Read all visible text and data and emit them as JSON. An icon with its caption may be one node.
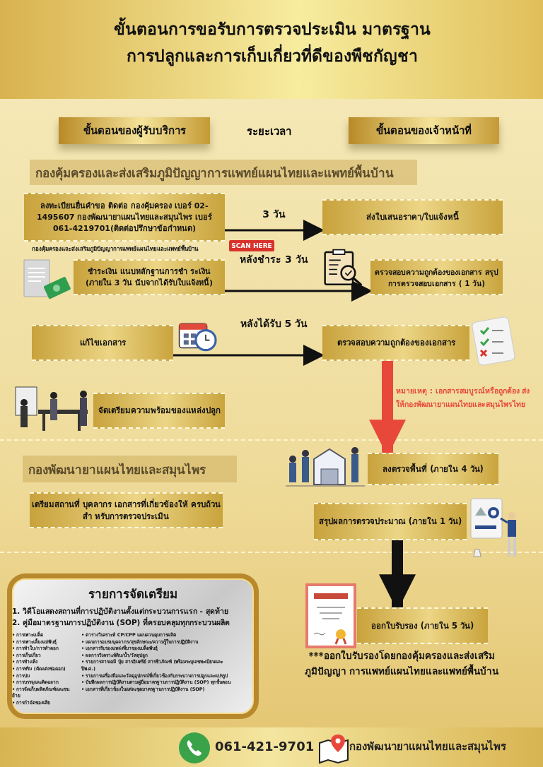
{
  "diagram": {
    "title": "ขั้นตอนการขอรับการตรวจประเมิน มาตรฐานการปลูกและการเก็บเกี่ยวที่ดีของพืชกัญชา",
    "nodes": [
      {
        "text": [
          "ขั้นตอนของผู้รับบริการ"
        ]
      },
      {
        "text": [
          "ขั้นตอนของเจ้าหน้าที่"
        ]
      },
      {
        "text": [
          "กองคุ้มครองและส่งเสริมภูมิปัญญาการแพทย์แผนไทยและแพทย์พื้นบ้าน"
        ]
      },
      {
        "text": [
          "ลงทะเบียนยื่นคำขอ ติดต่อ กองคุ้มครอง เบอร์ 02-1495607 กองพัฒนายาแผนไทยและสมุนไพร เบอร์ 061-4219701(ติดต่อปรึกษาข้อกำหนด)"
        ],
        "beside": [
          "กองคุ้มครองและส่งเสริมภูมิปัญญาการแพทย์แผนไทยและแพทย์พื้นบ้าน"
        ]
      },
      {
        "text": [
          "ส่งใบเสนอราคา/ใบแจ้งหนี้"
        ]
      },
      {
        "text": [
          "ชำระเงิน แนบหลักฐานการชำ ระเงิน (ภายใน 3 วัน นับจากได้รับใบแจ้งหนี้)"
        ]
      },
      {
        "text": [
          "ตรวจสอบความถูกต้องของเอกสาร สรุปการตรวจสอบเอกสาร ( 1 วัน)"
        ]
      },
      {
        "text": [
          "แก้ไขเอกสาร"
        ]
      },
      {
        "text": [
          "ตรวจสอบความถูกต้องของเอกสาร"
        ]
      },
      {
        "text": [
          "จัดเตรียมความพร้อมของแหล่งปลูก"
        ]
      },
      {
        "text": [
          "กองพัฒนายาแผนไทยและสมุนไพร"
        ]
      },
      {
        "text": [
          "เตรียมสถานที่ บุคลากร เอกสารที่เกี่ยวข้องให้ ครบถ้วนสำ หรับการตรวจประเมิน"
        ]
      },
      {
        "text": [
          "ลงตรวจพื้นที่ (ภายใน 4 วัน)"
        ]
      },
      {
        "text": [
          "สรุปผลการตรวจประมาณ (ภายใน 1 วัน)"
        ]
      },
      {
        "text": [
          "ออกใบรับรอง (ภายใน 5 วัน)"
        ],
        "beside": [
          "***ออกใบรับรองโดยกองคุ้มครองและส่งเสริมภูมิปัญญา การแพทย์แผนไทยและแพทย์พื้นบ้าน"
        ]
      },
      {
        "text": [
          "รายการจัดเตรียม",
          "1. วิดีโอแสดงสถานที่การปฏิบัติงานตั้งแต่กระบวนการแรก - สุดท้าย",
          "2. คู่มือมาตรฐานการปฏิบัติงาน (SOP) ที่ครอบคลุมทุกกระบวนผลิต",
          "• การเพาะเมล็ด",
          "• การเพาะเลี้ยงแม่พันธุ์",
          "• การทำใบ/การทำดอก",
          "• การเก็บเกี่ยว",
          "• การทำแห้ง",
          "• การทริม (ตัดแต่งช่อดอก)",
          "• การบ่ม",
          "• การบรรจุและติดฉลาก",
          "• การจัดเก็บผลิตภัณฑ์และขนย้าย",
          "• การกำจัดของเสีย",
          "• ตารางวิเคราะห์ CP/CPP แผนควบคุมการผลิต",
          "• แผนการอบรมบุคลากร/สุขลักษณะ/ความรู้ในการปฏิบัติงาน",
          "• เอกสารรับรองแหล่งที่มาของเมล็ดพันธุ์",
          "• ผลการวิเคราะห์ดิน/น้ำ/วัสดุปลูก",
          "• รายการสารเคมี ปุ๋ย สารอินทรีย์ สารชีวภัณฑ์ (พร้อมระบุเลขทะเบียนและปีพ.ศ.)",
          "• รายการเครื่องมือและวัสดุอุปกรณ์ที่เกี่ยวข้องกับกระบวนการปลูกและแปรรูป",
          "• บันทึกผลการปฏิบัติงานตามคู่มือมาตรฐานการปฏิบัติงาน (SOP) ทุกขั้นตอน",
          "• เอกสารที่เกี่ยวข้องในแต่ละชุดมาตรฐานการปฏิบัติงาน (SOP)"
        ]
      }
    ],
    "edges": [
      {
        "from": 3,
        "to": 4,
        "arrow": "to",
        "label": "3 วัน"
      },
      {
        "from": 5,
        "to": 6,
        "arrow": "to",
        "label": "หลังชำระ 3 วัน"
      },
      {
        "from": 7,
        "to": 8,
        "arrow": "to",
        "label": "หลังได้รับ 5 วัน"
      },
      {
        "from": 8,
        "to": 12,
        "arrow": "to",
        "style": "thick",
        "color": "#e8483a",
        "label": "หมายเหตุ : เอกสารสมบูรณ์หรือถูกต้อง ส่งให้กองพัฒนายาแผนไทยและสมุนไพรไทย"
      },
      {
        "from": 13,
        "to": 14,
        "arrow": "to",
        "style": "thick"
      }
    ],
    "labels": [
      "ระยะเวลา",
      "SCAN HERE",
      "061-421-9701",
      "กองพัฒนายาแผนไทยและสมุนไพร"
    ]
  }
}
